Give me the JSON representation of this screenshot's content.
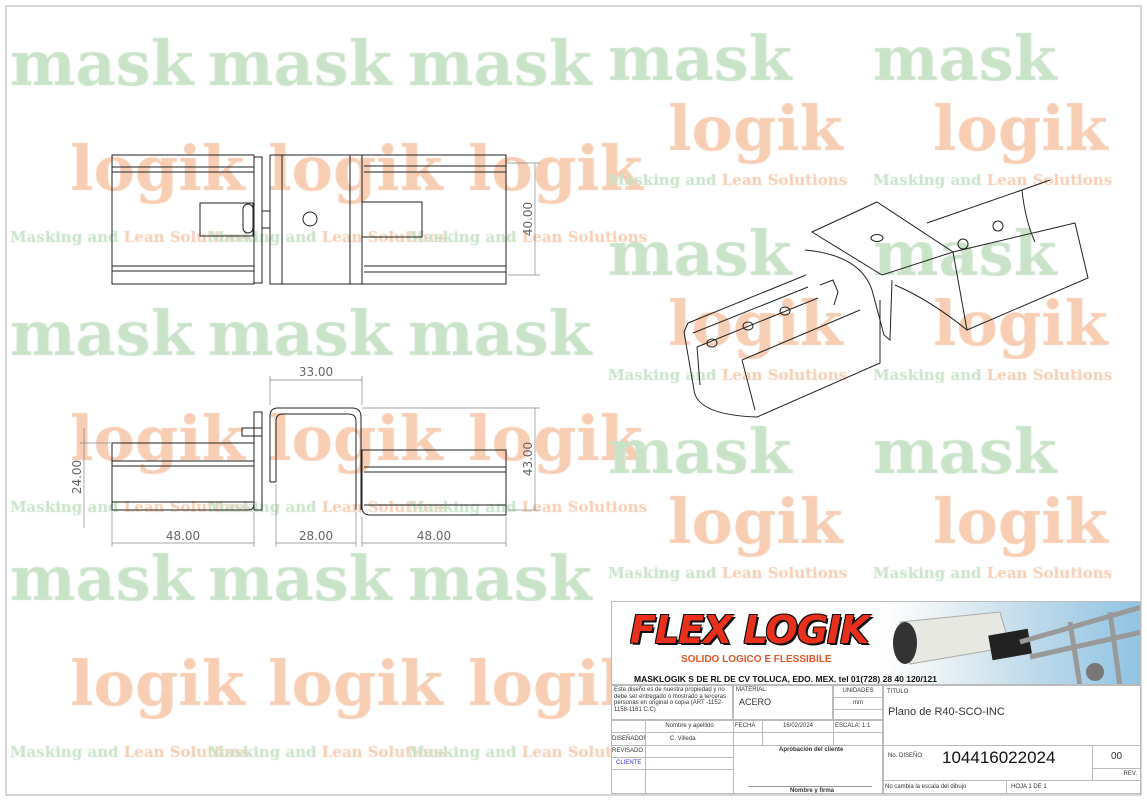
{
  "watermark": {
    "mask": "mask",
    "logik": "logik",
    "tag_a": "Masking and ",
    "tag_b": "Lean Solutions",
    "green": "#c9e3c9",
    "orange": "#f7cdb3"
  },
  "dimensions": {
    "front_height": "40.00",
    "bracket_width": "33.00",
    "overall_height": "43.00",
    "channel_height": "24.00",
    "left_length": "48.00",
    "center_length": "28.00",
    "right_length": "48.00"
  },
  "title_block": {
    "logo_text": "FLEX LOGIK",
    "slogan": "SOLIDO LOGICO E FLESSIBILE",
    "company": "MASKLOGIK S DE RL DE CV TOLUCA, EDO. MEX. tel 01(728) 28 40 120/121",
    "disclaimer": "Este diseño es de nuestra propiedad y no debe ser entregado o mostrado a terceras personas en original o copia (ART -1152-1158-1161 C.C)",
    "material_label": "MATERIAL:",
    "material": "ACERO",
    "units_label": "UNIDADES",
    "units": "mm",
    "title_label": "TITULO",
    "title": "Plano de R40-SCO-INC",
    "name_header": "Nombre y apellido",
    "date_label": "FECHA",
    "date": "16/02/2024",
    "scale_label": "ESCALA: 1:1",
    "designer_label": "DISEÑADOR",
    "designer": "C. Villeda",
    "reviewed_label": "REVISADO",
    "client_label": "CLIENTE",
    "approval_label": "Aprobación del cliente",
    "signature_label": "Nombre y firma",
    "design_no_label": "No. DISEÑO",
    "design_no": "104416022024",
    "rev": "00",
    "rev_label": "REV.",
    "scale_note": "No cambia la escala del dibujo",
    "sheet": "HOJA 1 DE 1"
  }
}
